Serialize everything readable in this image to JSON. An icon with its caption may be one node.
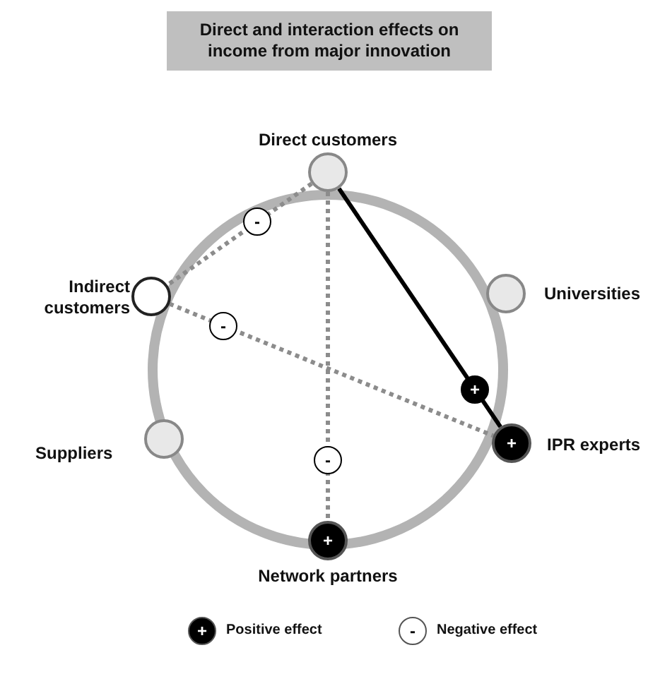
{
  "diagram": {
    "title": "Direct and interaction effects on income from major innovation",
    "nodes": [
      {
        "text": [],
        "shape": "circle",
        "beside": [
          "Direct customers"
        ]
      },
      {
        "text": [],
        "shape": "circle",
        "beside": [
          "Indirect customers"
        ]
      },
      {
        "text": [],
        "shape": "circle",
        "beside": [
          "Universities"
        ]
      },
      {
        "text": [],
        "shape": "circle",
        "beside": [
          "Suppliers"
        ]
      },
      {
        "text": [
          "+"
        ],
        "beside": [
          "IPR experts"
        ]
      },
      {
        "text": [
          "+"
        ],
        "beside": [
          "Network partners"
        ]
      }
    ],
    "edges": [
      {
        "from": 0,
        "to": 1,
        "arrow": "none",
        "style": "dashed",
        "label": "-"
      },
      {
        "from": 1,
        "to": 4,
        "arrow": "none",
        "style": "dashed",
        "label": "-"
      },
      {
        "from": 0,
        "to": 5,
        "arrow": "none",
        "style": "dashed",
        "label": "-"
      },
      {
        "from": 0,
        "to": 4,
        "arrow": "none",
        "label": "+",
        "color": "#000000"
      }
    ],
    "labels": [
      "+",
      "-"
    ],
    "legend": [
      {
        "text": "Positive effect"
      },
      {
        "text": "Negative effect"
      }
    ]
  }
}
